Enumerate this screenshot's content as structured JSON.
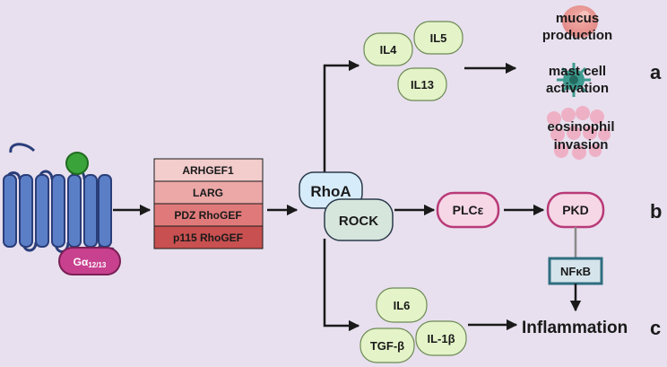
{
  "receptor": {
    "g_protein_label": "Gα",
    "g_protein_sub": "12/13"
  },
  "gef_list": [
    "ARHGEF1",
    "LARG",
    "PDZ RhoGEF",
    "p115 RhoGEF"
  ],
  "rhoa": "RhoA",
  "rock": "ROCK",
  "interleukins_top": {
    "il4": "IL4",
    "il5": "IL5",
    "il13": "IL13"
  },
  "effects": {
    "mucus_line1": "mucus",
    "mucus_line2": "production",
    "mast_line1": "mast cell",
    "mast_line2": "activation",
    "eos_line1": "eosinophil",
    "eos_line2": "invasion"
  },
  "plc": "PLCε",
  "pkd": "PKD",
  "nfkb": "NFκB",
  "cytokines_bottom": {
    "il6": "IL6",
    "tgf": "TGF-β",
    "il1": "IL-1β"
  },
  "inflammation": "Inflammation",
  "markers": {
    "a": "a",
    "b": "b",
    "c": "c"
  },
  "colors": {
    "background": "#e8e0ee",
    "receptor_blue": "#5b7fc7",
    "gprotein_magenta": "#c8418f",
    "ligand_green": "#3aa43a",
    "gef1": "#f3cccc",
    "gef2": "#eca7a7",
    "gef3": "#e07a7a",
    "gef4": "#c85050",
    "rhoa_fill": "#d7ecfa",
    "rock_fill": "#d7e6dd",
    "cytokine_fill": "#e4f3c8",
    "plc_fill": "#f6d7e6",
    "plc_border": "#b83a78",
    "nfkb_border": "#2f6e80"
  }
}
